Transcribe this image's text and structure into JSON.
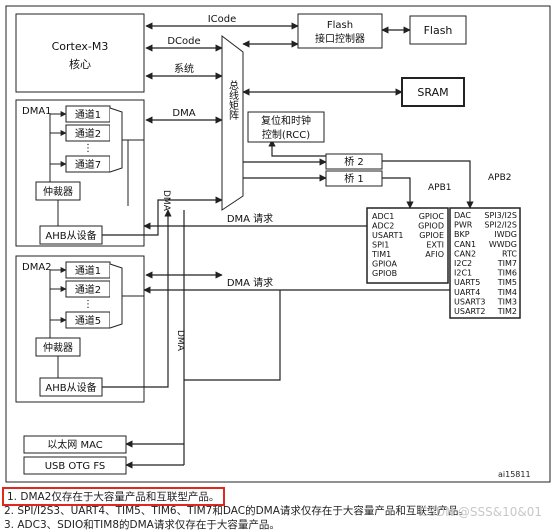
{
  "diagram": {
    "cortex": {
      "line1": "Cortex-M3",
      "line2": "核心"
    },
    "flash_ctrl": {
      "line1": "Flash",
      "line2": "接口控制器"
    },
    "flash": "Flash",
    "sram": "SRAM",
    "bus_matrix": "总线矩阵",
    "rcc": {
      "line1": "复位和时钟",
      "line2": "控制(RCC)"
    },
    "bus_labels": {
      "icode": "ICode",
      "dcode": "DCode",
      "system": "系统",
      "dma": "DMA"
    },
    "bridge2": "桥 2",
    "bridge1": "桥 1",
    "apb1": "APB1",
    "apb2": "APB2",
    "dma1": {
      "title": "DMA1",
      "channels": [
        "通道1",
        "通道2",
        "通道7"
      ],
      "arbiter": "仲裁器",
      "ahb_slave": "AHB从设备"
    },
    "dma2": {
      "title": "DMA2",
      "channels": [
        "通道1",
        "通道2",
        "通道5"
      ],
      "arbiter": "仲裁器",
      "ahb_slave": "AHB从设备"
    },
    "dma_request": "DMA  请求",
    "dma_vertical": "DMA",
    "apb2_periph": {
      "col1": [
        "ADC1",
        "ADC2",
        "USART1",
        "SPI1",
        "TIM1",
        "GPIOA",
        "GPIOB"
      ],
      "col2": [
        "GPIOC",
        "GPIOD",
        "GPIOE",
        "EXTI",
        "AFIO"
      ]
    },
    "apb1_periph": {
      "col1": [
        "DAC",
        "PWR",
        "BKP",
        "CAN1",
        "CAN2",
        "I2C2",
        "I2C1",
        "UART5",
        "UART4",
        "USART3",
        "USART2"
      ],
      "col2": [
        "SPI3/I2S",
        "SPI2/I2S",
        "IWDG",
        "WWDG",
        "RTC",
        "TIM7",
        "TIM6",
        "TIM5",
        "TIM4",
        "TIM3",
        "TIM2"
      ]
    },
    "ethernet": "以太网 MAC",
    "usb": "USB OTG FS",
    "figure_id": "ai15811"
  },
  "notes": [
    "1. DMA2仅存在于大容量产品和互联型产品。",
    "2. SPI/I2S3、UART4、TIM5、TIM6、TIM7和DAC的DMA请求仅存在于大容量产品和互联型产品。",
    "3. ADC3、SDIO和TIM8的DMA请求仅存在于大容量产品。"
  ],
  "watermark": "CSDN @SSS&10&01",
  "colors": {
    "line": "#222222",
    "highlight": "#e0281e"
  }
}
